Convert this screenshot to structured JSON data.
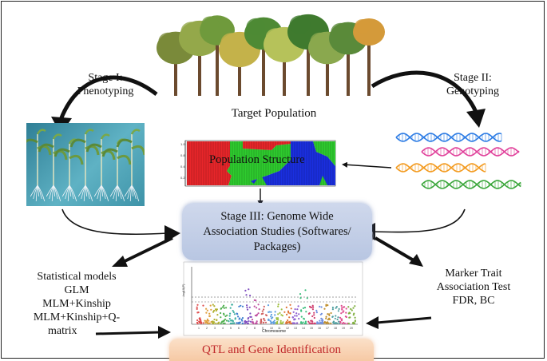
{
  "labels": {
    "target_population": "Target Population",
    "stage1_line1": "Stage I:",
    "stage1_line2": "Phenotyping",
    "stage2_line1": "Stage II:",
    "stage2_line2": "Genotyping",
    "population_structure": "Population Structure",
    "stage3_line1": "Stage III: Genome Wide",
    "stage3_line2": "Association Studies  (Softwares/",
    "stage3_line3": "Packages)",
    "stat_models": [
      "Statistical models",
      "GLM",
      "MLM+Kinship",
      "MLM+Kinship+Q-",
      "matrix"
    ],
    "marker_trait": [
      "Marker Trait",
      "Association Test",
      "FDR, BC"
    ],
    "qtl": "QTL and Gene Identification",
    "manhattan_xlabel": "Chromosome"
  },
  "colors": {
    "pop_red": "#e8262a",
    "pop_green": "#2ecc2e",
    "pop_blue": "#1a2fe0",
    "dna_blue": "#2b7be4",
    "dna_pink": "#e0409a",
    "dna_orange": "#f39a1e",
    "dna_green": "#3aa63a",
    "qtl_text": "#c0282a"
  },
  "icons": [
    "tree-icon",
    "dna-strand-icon",
    "seedling-icon",
    "arrow-icon"
  ]
}
